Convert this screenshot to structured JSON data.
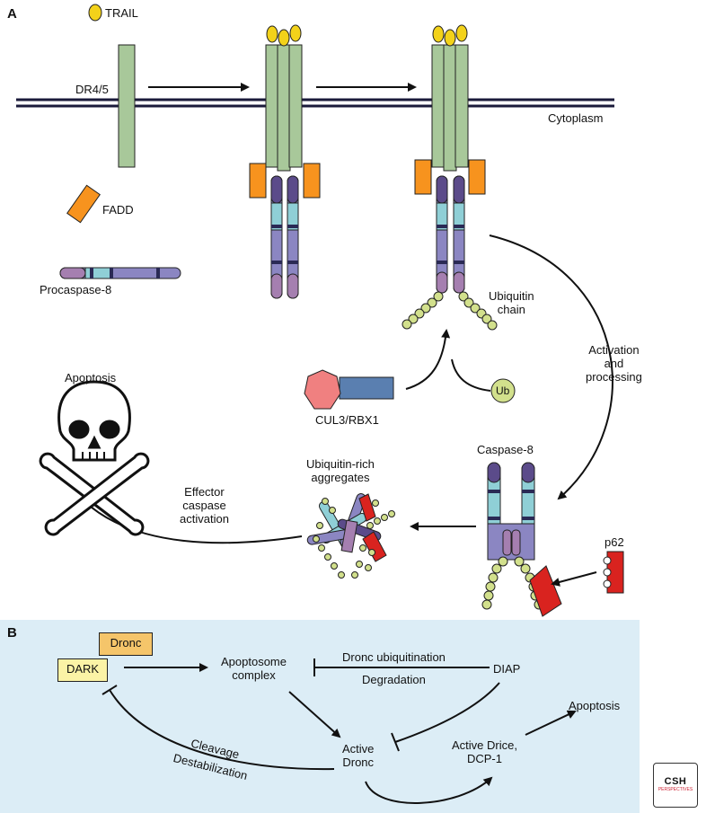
{
  "panel_a": {
    "panel_label": "A",
    "trail": "TRAIL",
    "dr45": "DR4/5",
    "cytoplasm": "Cytoplasm",
    "fadd": "FADD",
    "procaspase8": "Procaspase-8",
    "ubiquitin_chain": "Ubiquitin\nchain",
    "activation": "Activation\nand\nprocessing",
    "ub": "Ub",
    "cul3": "CUL3/RBX1",
    "apoptosis": "Apoptosis",
    "caspase8": "Caspase-8",
    "ubiquitin_rich": "Ubiquitin-rich\naggregates",
    "effector": "Effector\ncaspase\nactivation",
    "p62": "p62"
  },
  "panel_b": {
    "panel_label": "B",
    "dronc": "Dronc",
    "dark": "DARK",
    "apoptosome": "Apoptosome\ncomplex",
    "dronc_ubiq": "Dronc ubiquitination",
    "degradation": "Degradation",
    "diap": "DIAP",
    "apoptosis": "Apoptosis",
    "active_dronc": "Active\nDronc",
    "active_drice": "Active Drice,\nDCP-1",
    "cleavage": "Cleavage",
    "destabilization": "Destabilization"
  },
  "logo": {
    "text": "CSH",
    "sub": "PERSPECTIVES"
  },
  "colors": {
    "receptor": "#a8c89a",
    "trail": "#f3d21a",
    "fadd": "#f7931e",
    "procaspase_light": "#8fcfd6",
    "procaspase_mid": "#8b86c2",
    "procaspase_dark": "#5b4b8a",
    "prodomain": "#a57fb0",
    "ubiquitin": "#d2e08c",
    "p62": "#d9231f",
    "cul3": "#f08080",
    "rbx1": "#5a7fb0",
    "panel_b_bg": "#dcedf6",
    "dronc_box": "#f5c56a",
    "dark_box": "#fbf3a6"
  }
}
